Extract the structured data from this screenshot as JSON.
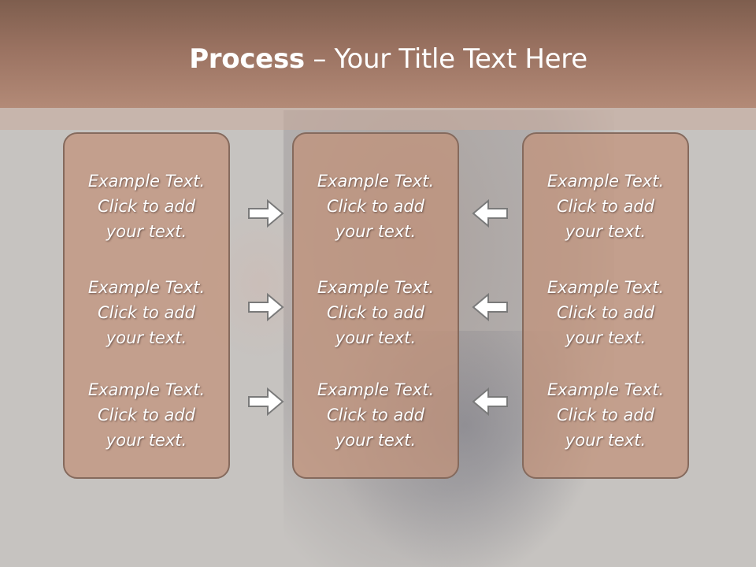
{
  "title": {
    "bold": "Process",
    "rest": " – Your Title Text Here"
  },
  "columns": [
    {
      "items": [
        {
          "line1": "Example Text.",
          "line2": "Click  to add",
          "line3": "your text."
        },
        {
          "line1": "Example Text.",
          "line2": "Click  to add",
          "line3": "your text."
        },
        {
          "line1": "Example Text.",
          "line2": "Click  to add",
          "line3": "your text."
        }
      ]
    },
    {
      "items": [
        {
          "line1": "Example Text.",
          "line2": "Click  to add",
          "line3": "your text."
        },
        {
          "line1": "Example Text.",
          "line2": "Click  to add",
          "line3": "your text."
        },
        {
          "line1": "Example Text.",
          "line2": "Click  to add",
          "line3": "your text."
        }
      ]
    },
    {
      "items": [
        {
          "line1": "Example Text.",
          "line2": "Click  to add",
          "line3": "your text."
        },
        {
          "line1": "Example Text.",
          "line2": "Click  to add",
          "line3": "your text."
        },
        {
          "line1": "Example Text.",
          "line2": "Click  to add",
          "line3": "your text."
        }
      ]
    }
  ],
  "arrows": {
    "left_group": [
      "arrow-right-icon",
      "arrow-right-icon",
      "arrow-right-icon"
    ],
    "right_group": [
      "arrow-left-icon",
      "arrow-left-icon",
      "arrow-left-icon"
    ]
  },
  "colors": {
    "header": "#9a7261",
    "box_fill": "#c29179",
    "box_border": "#856a5d",
    "background": "#c6c3c0"
  }
}
